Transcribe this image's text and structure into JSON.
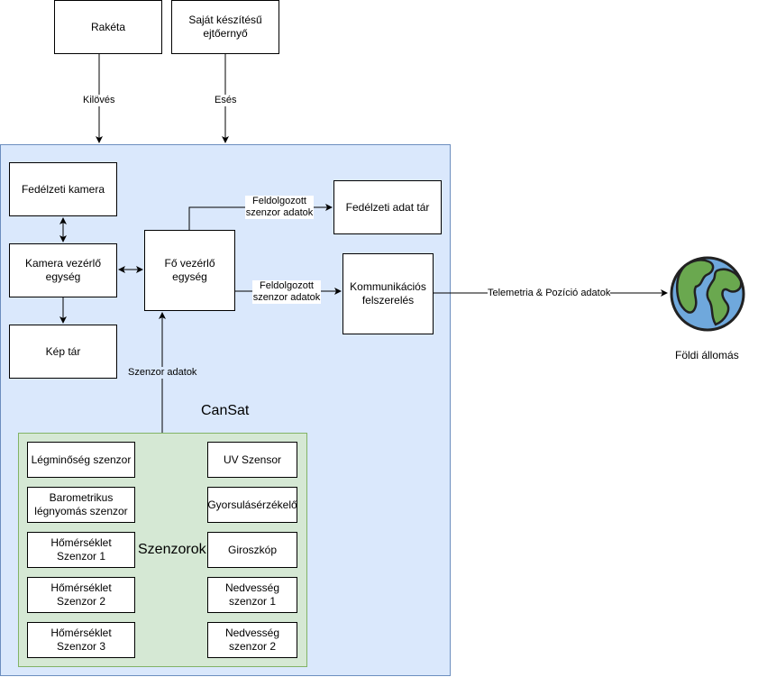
{
  "diagram": {
    "nodes": {
      "raketa": "Rakéta",
      "ejtoernyo": "Saját készítésű ejtőernyő",
      "fedelzeti_kamera": "Fedélzeti kamera",
      "kamera_vezerlo": "Kamera vezérlő egység",
      "kep_tar": "Kép tár",
      "fo_vezerlo": "Fő vezérlő egység",
      "fedelzeti_adat_tar": "Fedélzeti adat tár",
      "kommunikacios": "Kommunikációs felszerelés",
      "foldi_allomas": "Földi állomás"
    },
    "containers": {
      "cansat": "CanSat",
      "szenzorok": "Szenzorok"
    },
    "sensors": {
      "legminoseg": "Légminőség szenzor",
      "barometrikus": "Barometrikus légnyomás szenzor",
      "homerseklet1": "Hőmérséklet Szenzor 1",
      "homerseklet2": "Hőmérséklet Szenzor 2",
      "homerseklet3": "Hőmérséklet Szenzor 3",
      "uv": "UV Szensor",
      "gyorsulas": "Gyorsulásérzékelő",
      "giroszkop": "Giroszkóp",
      "nedvesseg1": "Nedvesség szenzor 1",
      "nedvesseg2": "Nedvesség szenzor 2"
    },
    "edge_labels": {
      "kilooves": "Kilövés",
      "eses": "Esés",
      "feldolgozott_adat_tar": "Feldolgozott szenzor adatok",
      "feldolgozott_komm": "Feldolgozott szenzor adatok",
      "telemetria": "Telemetria & Pozíció adatok",
      "szenzor_adatok": "Szenzor adatok"
    },
    "colors": {
      "cansat_fill": "#dae8fc",
      "cansat_stroke": "#6c8ebf",
      "sensors_fill": "#d5e8d4",
      "sensors_stroke": "#82b366",
      "globe_ocean": "#6fa8dc",
      "globe_land": "#6aa84f"
    }
  }
}
